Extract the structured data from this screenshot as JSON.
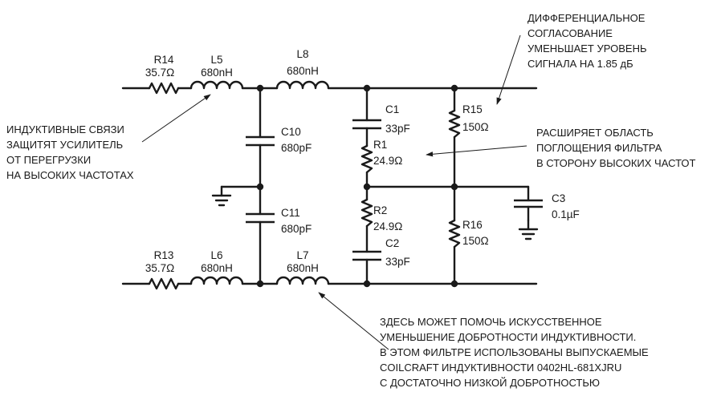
{
  "components": {
    "R14": {
      "ref": "R14",
      "value": "35.7Ω"
    },
    "L5": {
      "ref": "L5",
      "value": "680nH"
    },
    "L8": {
      "ref": "L8",
      "value": "680nH"
    },
    "R13": {
      "ref": "R13",
      "value": "35.7Ω"
    },
    "L6": {
      "ref": "L6",
      "value": "680nH"
    },
    "L7": {
      "ref": "L7",
      "value": "680nH"
    },
    "C10": {
      "ref": "C10",
      "value": "680pF"
    },
    "C11": {
      "ref": "C11",
      "value": "680pF"
    },
    "C1": {
      "ref": "C1",
      "value": "33pF"
    },
    "R1": {
      "ref": "R1",
      "value": "24.9Ω"
    },
    "R2": {
      "ref": "R2",
      "value": "24.9Ω"
    },
    "C2": {
      "ref": "C2",
      "value": "33pF"
    },
    "R15": {
      "ref": "R15",
      "value": "150Ω"
    },
    "R16": {
      "ref": "R16",
      "value": "150Ω"
    },
    "C3": {
      "ref": "C3",
      "value": "0.1µF"
    }
  },
  "notes": {
    "top_right": [
      "ДИФФЕРЕНЦИАЛЬНОЕ",
      "СОГЛАСОВАНИЕ",
      "УМЕНЬШАЕТ УРОВЕНЬ",
      "СИГНАЛА НА 1.85 дБ"
    ],
    "left": [
      "ИНДУКТИВНЫЕ СВЯЗИ",
      "ЗАЩИТЯТ УСИЛИТЕЛЬ",
      "ОТ ПЕРЕГРУЗКИ",
      "НА ВЫСОКИХ ЧАСТОТАХ"
    ],
    "middle_right": [
      "РАСШИРЯЕТ ОБЛАСТЬ",
      "ПОГЛОЩЕНИЯ ФИЛЬТРА",
      "В СТОРОНУ ВЫСОКИХ ЧАСТОТ"
    ],
    "bottom": [
      "ЗДЕСЬ МОЖЕТ ПОМОЧЬ ИСКУССТВЕННОЕ",
      "УМЕНЬШЕНИЕ ДОБРОТНОСТИ ИНДУКТИВНОСТИ.",
      "В ЭТОМ ФИЛЬТРЕ ИСПОЛЬЗОВАНЫ ВЫПУСКАЕМЫЕ",
      "COILCRAFT ИНДУКТИВНОСТИ 0402HL-681XJRU",
      "С ДОСТАТОЧНО НИЗКОЙ ДОБРОТНОСТЬЮ"
    ]
  }
}
